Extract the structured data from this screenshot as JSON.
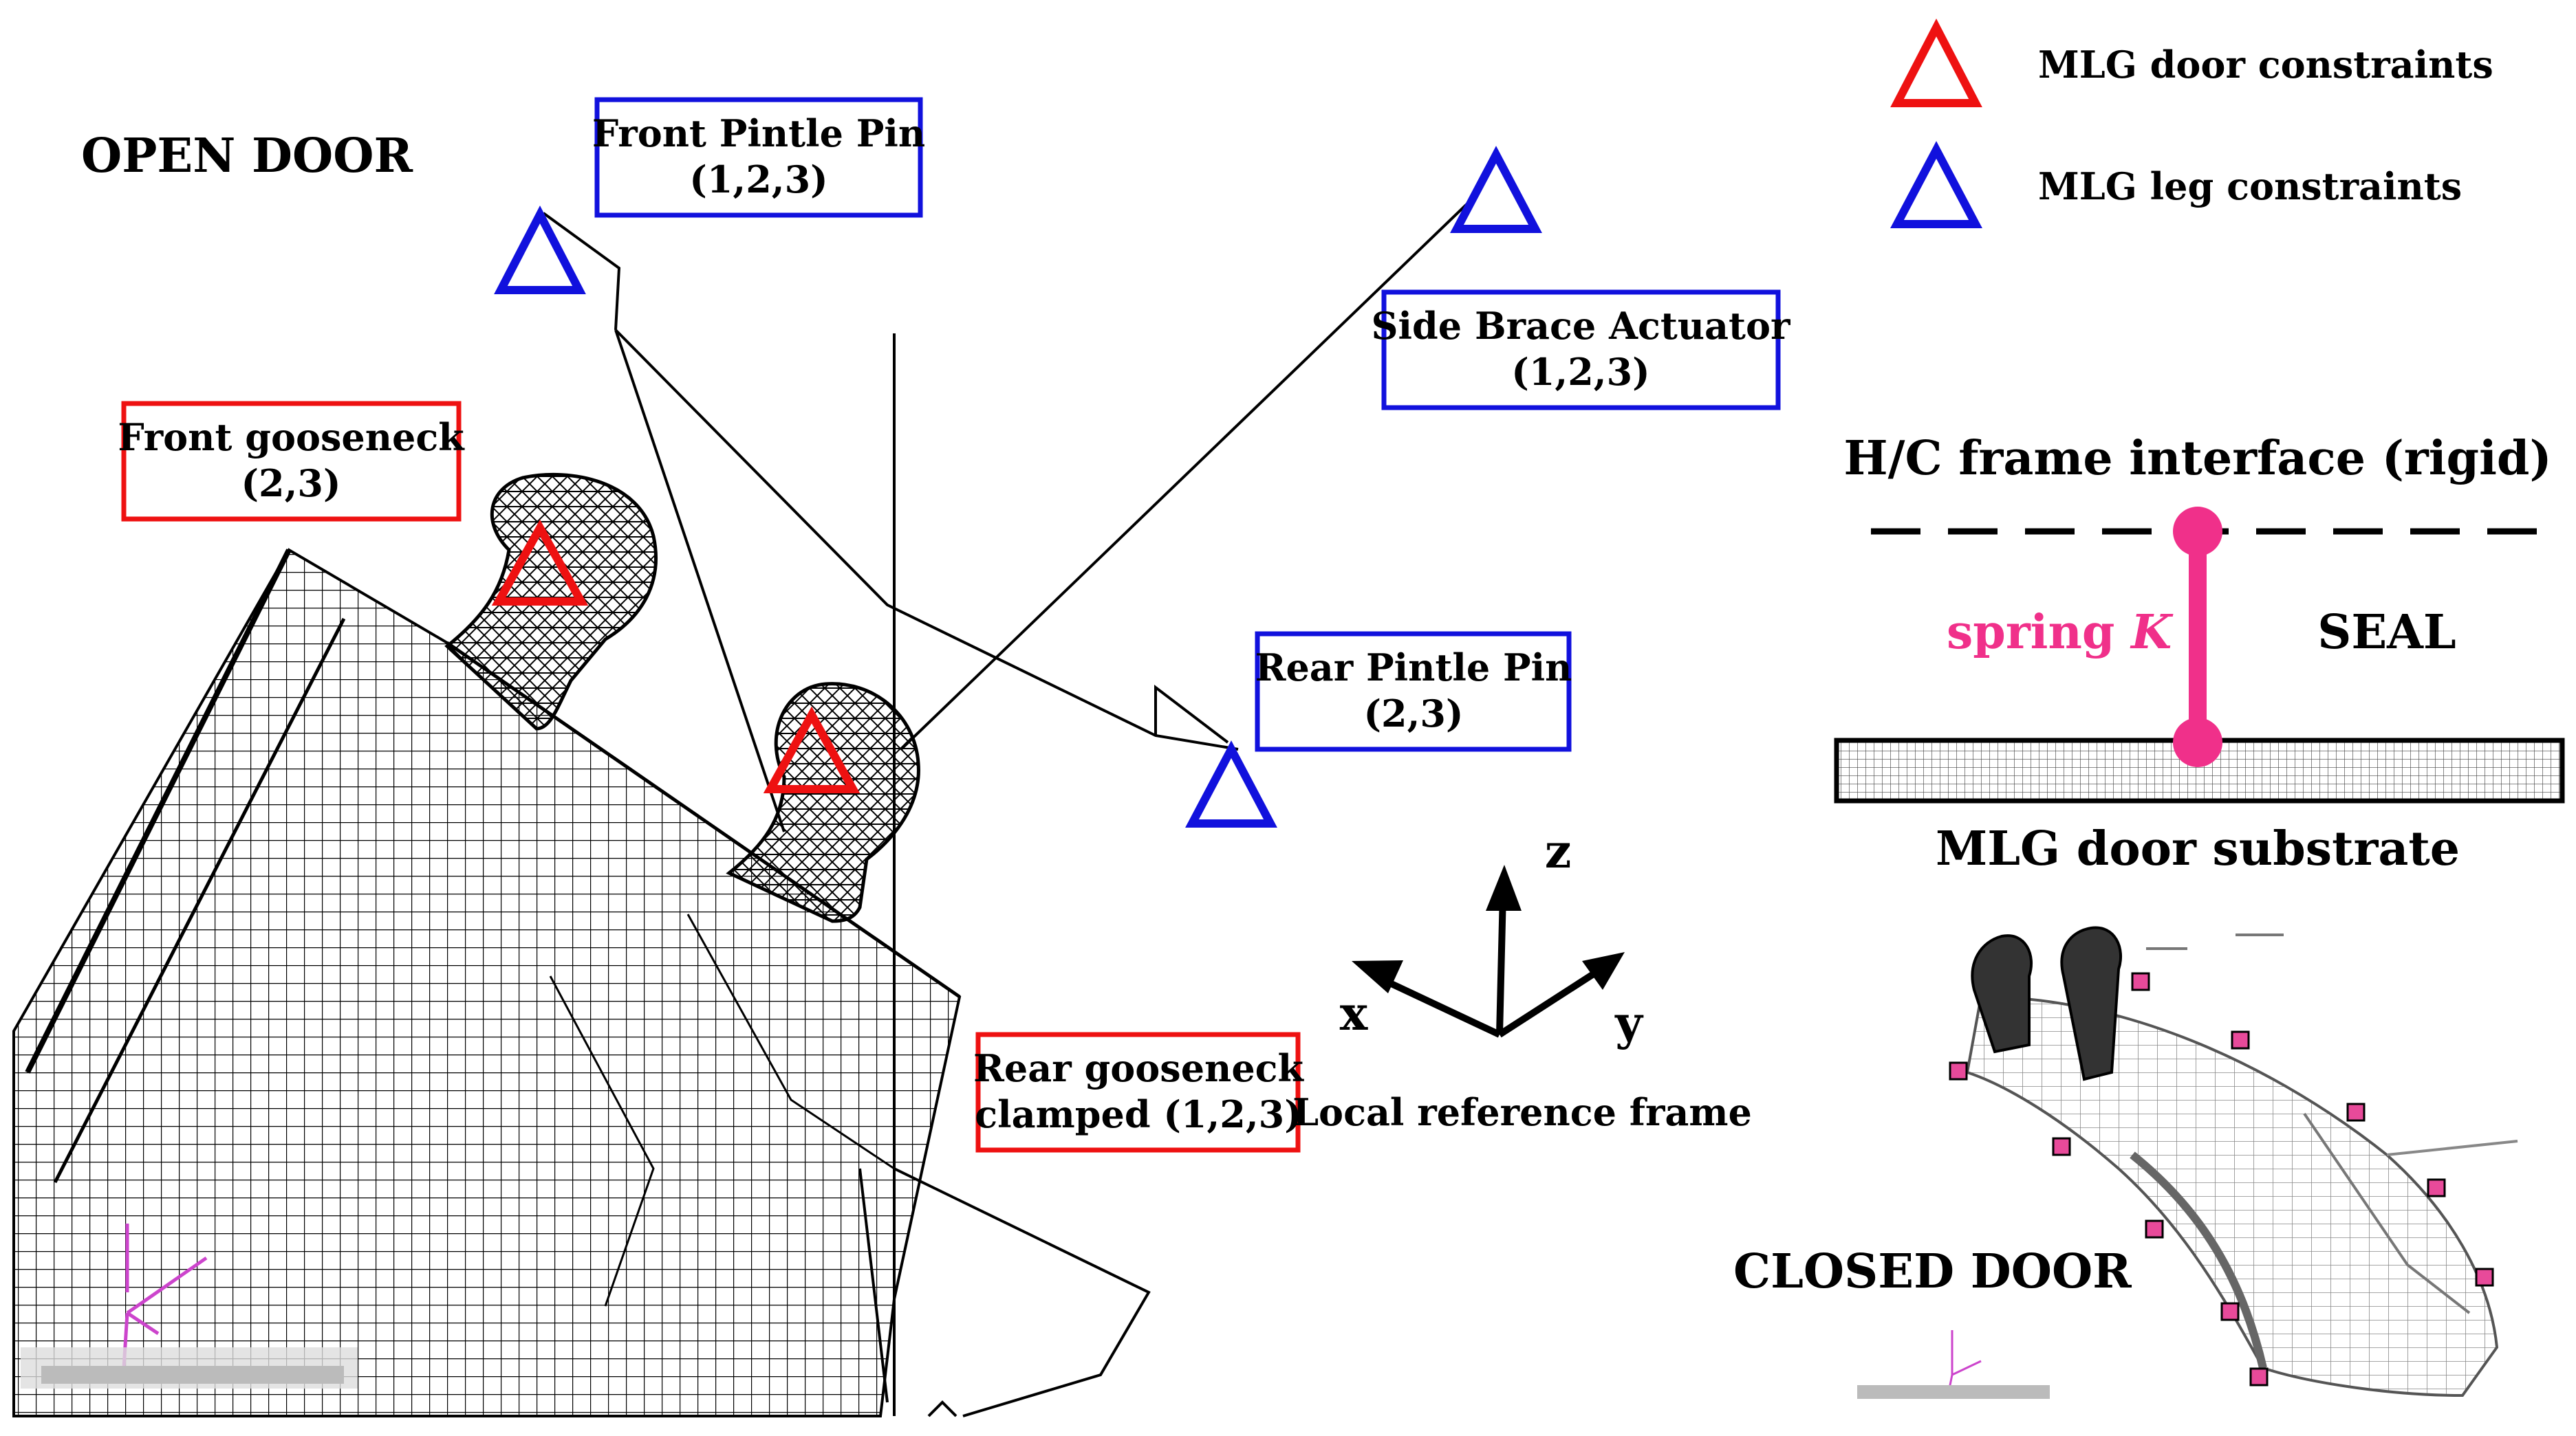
{
  "open_door_title": "OPEN DOOR",
  "closed_door_title": "CLOSED DOOR",
  "legend": {
    "door_constraints": "MLG door constraints",
    "leg_constraints": "MLG leg constraints"
  },
  "callouts": {
    "front_pintle": {
      "name": "Front Pintle Pin",
      "dof": "(1,2,3)"
    },
    "side_brace": {
      "name": "Side Brace Actuator",
      "dof": "(1,2,3)"
    },
    "front_gooseneck": {
      "name": "Front gooseneck",
      "dof": "(2,3)"
    },
    "rear_pintle": {
      "name": "Rear Pintle Pin",
      "dof": "(2,3)"
    },
    "rear_gooseneck": {
      "line1": "Rear gooseneck",
      "line2": "clamped (1,2,3)"
    }
  },
  "axes": {
    "x": "x",
    "y": "y",
    "z": "z",
    "caption": "Local reference frame"
  },
  "seal_model": {
    "frame_label": "H/C frame interface (rigid)",
    "spring_label": "spring",
    "spring_symbol": "K",
    "seal_label": "SEAL",
    "substrate_label": "MLG door substrate"
  },
  "colors": {
    "door_constraint": "#ee1111",
    "leg_constraint": "#1111dd",
    "spring": "#f0308a"
  }
}
